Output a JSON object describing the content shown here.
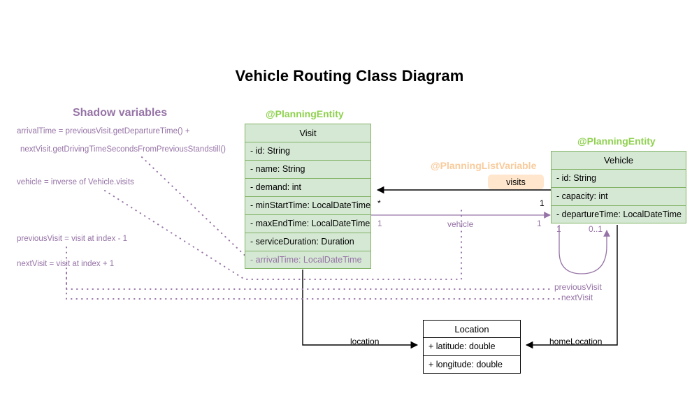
{
  "diagram": {
    "title": "Vehicle Routing Class Diagram",
    "colors": {
      "entity_fill": "#d5e8d4",
      "entity_stroke": "#82b366",
      "shadow_purple": "#9673a6",
      "stereotype_green": "#8fd14f",
      "stereotype_orange": "#f9cb9c",
      "badge_fill": "#ffe6cc",
      "plain_stroke": "#000000",
      "background": "#ffffff"
    }
  },
  "shadow_panel": {
    "title": "Shadow variables",
    "lines": [
      "arrivalTime = previousVisit.getDepartureTime() +",
      "nextVisit.getDrivingTimeSecondsFromPreviousStandstill()",
      "vehicle = inverse of Vehicle.visits",
      "previousVisit = visit at index - 1",
      "nextVisit = visit at index + 1"
    ]
  },
  "classes": {
    "visit": {
      "stereotype": "@PlanningEntity",
      "name": "Visit",
      "attributes": [
        {
          "text": "- id: String",
          "shadow": false
        },
        {
          "text": "- name: String",
          "shadow": false
        },
        {
          "text": "- demand: int",
          "shadow": false
        },
        {
          "text": "- minStartTime: LocalDateTime",
          "shadow": false
        },
        {
          "text": "- maxEndTime: LocalDateTime",
          "shadow": false
        },
        {
          "text": "- serviceDuration: Duration",
          "shadow": false
        },
        {
          "text": "- arrivalTime: LocalDateTime",
          "shadow": true
        }
      ]
    },
    "vehicle": {
      "stereotype": "@PlanningEntity",
      "name": "Vehicle",
      "attributes": [
        {
          "text": "- id: String",
          "shadow": false
        },
        {
          "text": "- capacity: int",
          "shadow": false
        },
        {
          "text": "- departureTime: LocalDateTime",
          "shadow": false
        }
      ]
    },
    "location": {
      "name": "Location",
      "attributes": [
        {
          "text": "+ latitude: double",
          "shadow": false
        },
        {
          "text": "+ longitude: double",
          "shadow": false
        }
      ]
    }
  },
  "annotations": {
    "planning_list_variable": "@PlanningListVariable",
    "visits_badge": "visits",
    "vehicle_role": "vehicle",
    "previous_visit_role": "previousVisit",
    "next_visit_role": "nextVisit",
    "location_role": "location",
    "home_location_role": "homeLocation"
  },
  "multiplicities": {
    "visits_source": "*",
    "visits_target": "1",
    "vehicle_source": "1",
    "vehicle_target": "1",
    "self_loop_source": "1",
    "self_loop_target": "0..1"
  }
}
